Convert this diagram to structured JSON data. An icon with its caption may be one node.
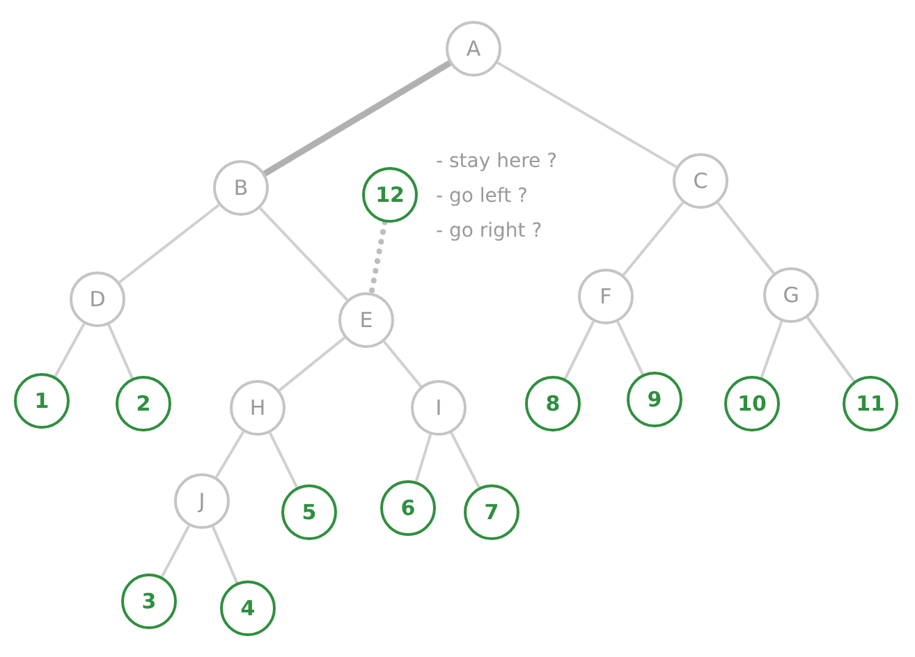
{
  "diagram": {
    "nodes": [
      {
        "text": [
          "A"
        ]
      },
      {
        "text": [
          "B"
        ]
      },
      {
        "text": [
          "12"
        ],
        "beside": [
          "- stay here ?",
          "- go left ?",
          "- go right ?"
        ]
      },
      {
        "text": [
          "C"
        ]
      },
      {
        "text": [
          "D"
        ]
      },
      {
        "text": [
          "E"
        ]
      },
      {
        "text": [
          "F"
        ]
      },
      {
        "text": [
          "G"
        ]
      },
      {
        "text": [
          "1"
        ]
      },
      {
        "text": [
          "2"
        ]
      },
      {
        "text": [
          "H"
        ]
      },
      {
        "text": [
          "I"
        ]
      },
      {
        "text": [
          "8"
        ]
      },
      {
        "text": [
          "9"
        ]
      },
      {
        "text": [
          "10"
        ]
      },
      {
        "text": [
          "11"
        ]
      },
      {
        "text": [
          "J"
        ]
      },
      {
        "text": [
          "5"
        ]
      },
      {
        "text": [
          "6"
        ]
      },
      {
        "text": [
          "7"
        ]
      },
      {
        "text": [
          "3"
        ]
      },
      {
        "text": [
          "4"
        ]
      }
    ],
    "edges": [
      {
        "from": 0,
        "to": 1,
        "arrow": "none",
        "style": "thick"
      },
      {
        "from": 0,
        "to": 3,
        "arrow": "none"
      },
      {
        "from": 1,
        "to": 4,
        "arrow": "none"
      },
      {
        "from": 1,
        "to": 5,
        "arrow": "none"
      },
      {
        "from": 3,
        "to": 6,
        "arrow": "none"
      },
      {
        "from": 3,
        "to": 7,
        "arrow": "none"
      },
      {
        "from": 4,
        "to": 8,
        "arrow": "none"
      },
      {
        "from": 4,
        "to": 9,
        "arrow": "none"
      },
      {
        "from": 5,
        "to": 10,
        "arrow": "none"
      },
      {
        "from": 5,
        "to": 11,
        "arrow": "none"
      },
      {
        "from": 6,
        "to": 12,
        "arrow": "none"
      },
      {
        "from": 6,
        "to": 13,
        "arrow": "none"
      },
      {
        "from": 7,
        "to": 14,
        "arrow": "none"
      },
      {
        "from": 7,
        "to": 15,
        "arrow": "none"
      },
      {
        "from": 10,
        "to": 16,
        "arrow": "none"
      },
      {
        "from": 10,
        "to": 17,
        "arrow": "none"
      },
      {
        "from": 11,
        "to": 18,
        "arrow": "none"
      },
      {
        "from": 11,
        "to": 19,
        "arrow": "none"
      },
      {
        "from": 16,
        "to": 20,
        "arrow": "none"
      },
      {
        "from": 16,
        "to": 21,
        "arrow": "none"
      },
      {
        "from": 2,
        "to": 5,
        "arrow": "none",
        "style": "dashed"
      }
    ]
  }
}
